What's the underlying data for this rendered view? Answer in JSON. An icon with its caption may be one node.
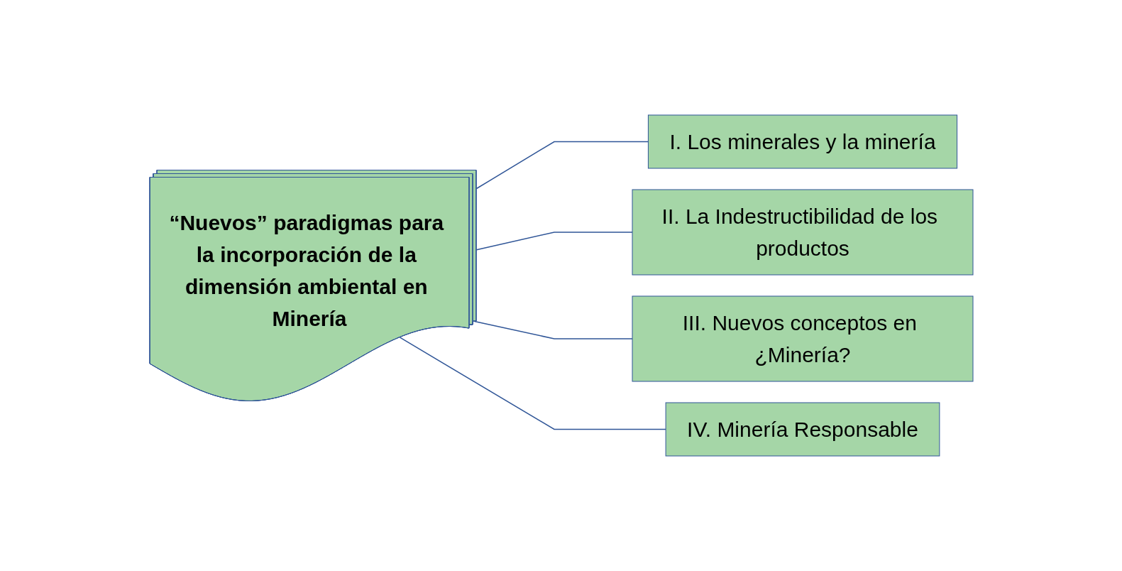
{
  "diagram": {
    "nodes": [
      {
        "text": [
          "“Nuevos” paradigmas para la incorporación de la dimensión ambiental en Minería"
        ]
      },
      {
        "text": [
          "I. Los minerales y la minería"
        ]
      },
      {
        "text": [
          "II. La Indestructibilidad de los productos"
        ]
      },
      {
        "text": [
          "III. Nuevos conceptos en ¿Minería?"
        ]
      },
      {
        "text": [
          "IV. Minería Responsable"
        ]
      }
    ],
    "edges": [
      {
        "from": 0,
        "to": 1,
        "arrow": "none"
      },
      {
        "from": 0,
        "to": 2,
        "arrow": "none"
      },
      {
        "from": 0,
        "to": 3,
        "arrow": "none"
      },
      {
        "from": 0,
        "to": 4,
        "arrow": "none"
      }
    ]
  }
}
